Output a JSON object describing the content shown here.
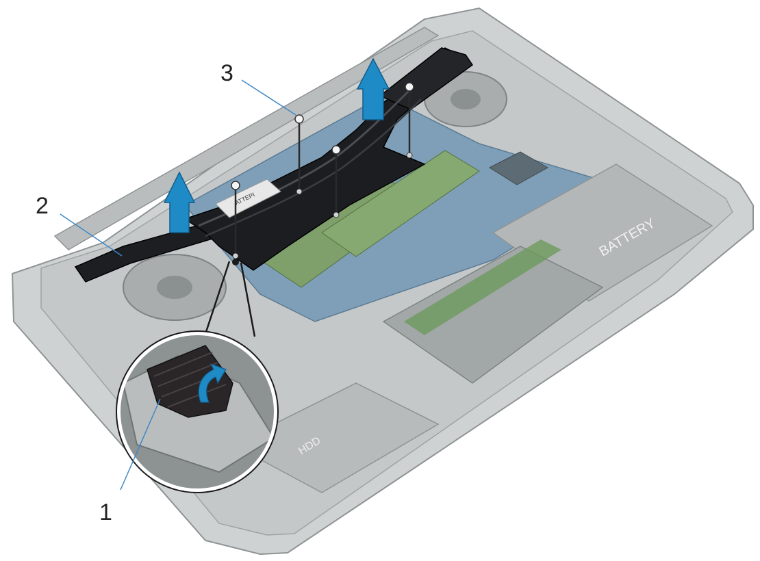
{
  "figure": {
    "tape_label": "ATTEPI",
    "battery_label": "BATTERY",
    "hdd_label": "HDD"
  },
  "callouts": [
    {
      "number": "1",
      "target": "thermal-tape"
    },
    {
      "number": "2",
      "target": "heat-sink"
    },
    {
      "number": "3",
      "target": "captive-screw"
    }
  ],
  "colors": {
    "chassis": "#bfc3c4",
    "chassis_edge": "#8e9394",
    "board": "#7a9bb5",
    "heatsink": "#1b1d21",
    "arrow": "#1e8ac6",
    "label_line": "#3f88c5"
  }
}
